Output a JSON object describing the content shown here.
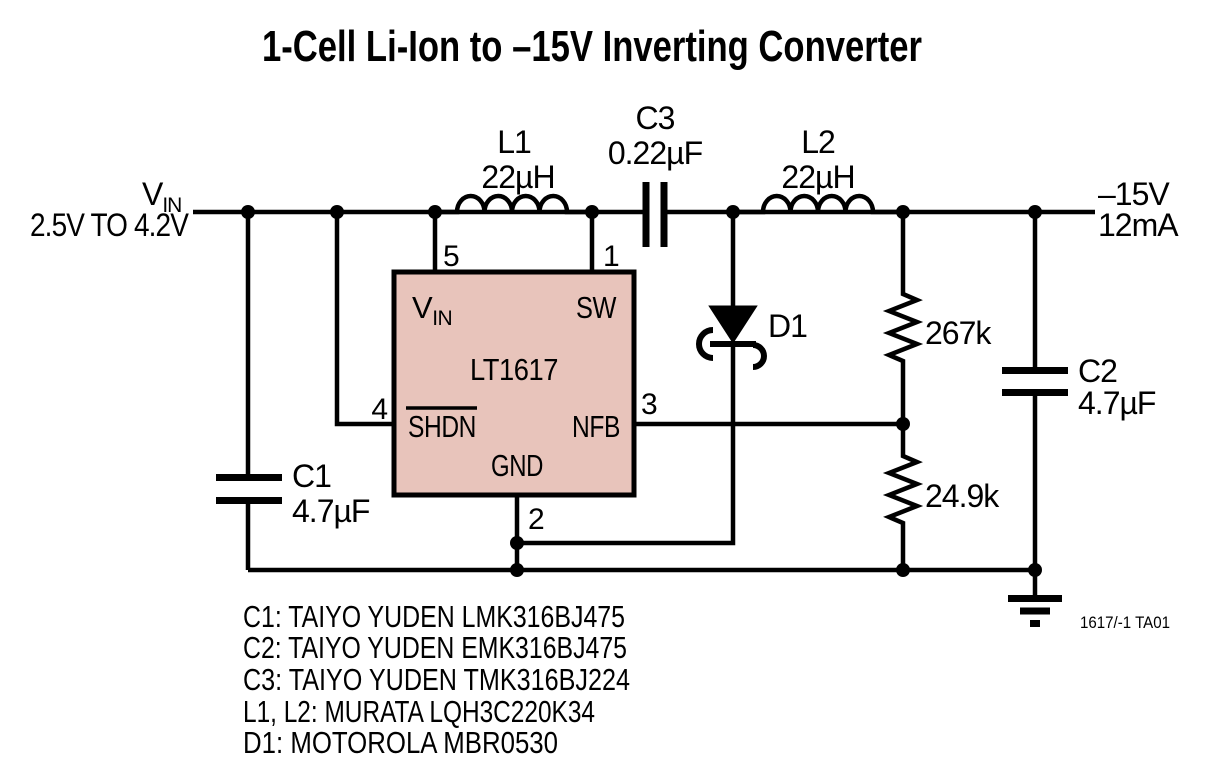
{
  "title": "1-Cell Li-Ion to –15V Inverting Converter",
  "colors": {
    "ic_fill": "#e8c4bb",
    "line": "#000000",
    "background": "#ffffff"
  },
  "input": {
    "label": "V",
    "label_sub": "IN",
    "range": "2.5V TO 4.2V"
  },
  "output": {
    "voltage": "–15V",
    "current": "12mA"
  },
  "ic": {
    "part": "LT1617",
    "pins": {
      "vin": {
        "number": "5",
        "label": "V",
        "label_sub": "IN"
      },
      "sw": {
        "number": "1",
        "label": "SW"
      },
      "shdn": {
        "number": "4",
        "label": "SHDN"
      },
      "nfb": {
        "number": "3",
        "label": "NFB"
      },
      "gnd": {
        "number": "2",
        "label": "GND"
      }
    }
  },
  "components": {
    "l1": {
      "ref": "L1",
      "value": "22µH"
    },
    "l2": {
      "ref": "L2",
      "value": "22µH"
    },
    "c1": {
      "ref": "C1",
      "value": "4.7µF"
    },
    "c2": {
      "ref": "C2",
      "value": "4.7µF"
    },
    "c3": {
      "ref": "C3",
      "value": "0.22µF"
    },
    "d1": {
      "ref": "D1"
    },
    "r_top": {
      "value": "267k"
    },
    "r_bottom": {
      "value": "24.9k"
    }
  },
  "notes": [
    "C1: TAIYO YUDEN LMK316BJ475",
    "C2: TAIYO YUDEN EMK316BJ475",
    "C3: TAIYO YUDEN TMK316BJ224",
    "L1, L2: MURATA LQH3C220K34",
    "D1: MOTOROLA MBR0530"
  ],
  "footer_code": "1617/-1 TA01"
}
